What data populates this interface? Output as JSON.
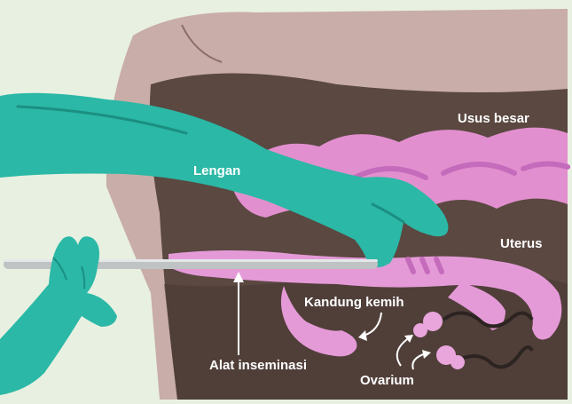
{
  "labels": {
    "colon": "Usus besar",
    "arm": "Lengan",
    "uterus": "Uterus",
    "bladder": "Kandung kemih",
    "instrument": "Alat inseminasi",
    "ovary": "Ovarium"
  },
  "colors": {
    "frame_bg": "#e8f0e1",
    "body": "#c9ada8",
    "cavity": "#5a4841",
    "glove": "#2bb8a6",
    "glove_dark": "#1b8f82",
    "organ": "#e59ad8",
    "organ_dark": "#c56bbb",
    "instrument": "#bfc3c4"
  }
}
